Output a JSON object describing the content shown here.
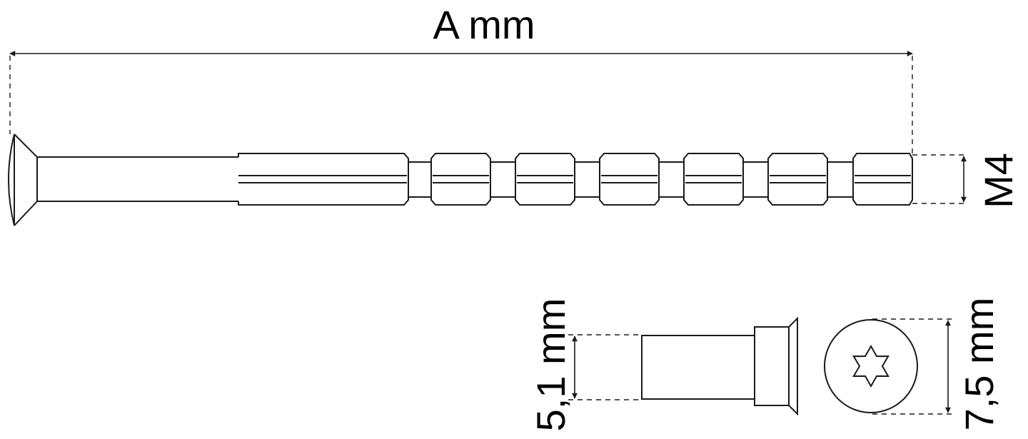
{
  "dimensions": {
    "overall_length": "A mm",
    "thread": "M4",
    "sleeve_diameter": "5,1 mm",
    "head_diameter": "7,5 mm"
  },
  "colors": {
    "line": "#1a1a1a",
    "background": "#ffffff"
  },
  "icons": {
    "drive": "torx-star-icon"
  }
}
